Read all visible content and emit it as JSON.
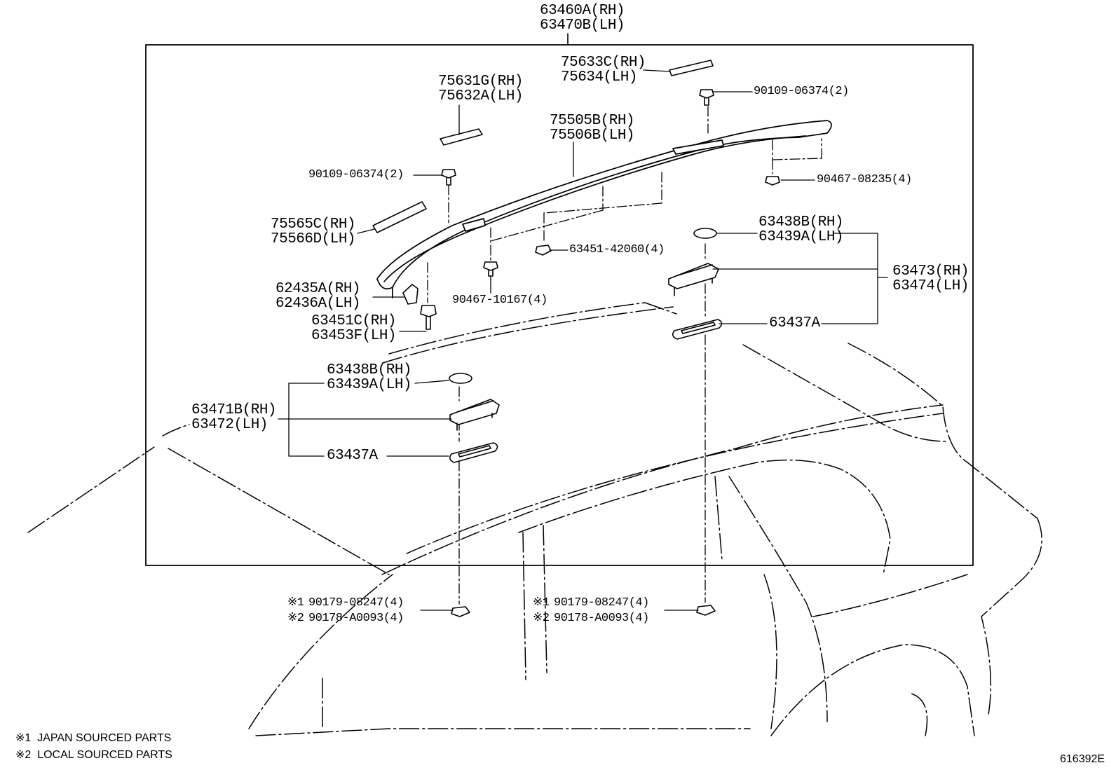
{
  "header": {
    "line1": "63460A(RH)",
    "line2": "63470B(LH)"
  },
  "labels": {
    "l75633": {
      "rh": "75633C(RH)",
      "lh": "75634(LH)"
    },
    "l90109_top": "90109-06374(2)",
    "l75631": {
      "rh": "75631G(RH)",
      "lh": "75632A(LH)"
    },
    "l75505": {
      "rh": "75505B(RH)",
      "lh": "75506B(LH)"
    },
    "l90109_left": "90109-06374(2)",
    "l90467_08235": "90467-08235(4)",
    "l75565": {
      "rh": "75565C(RH)",
      "lh": "75566D(LH)"
    },
    "l63438_top": {
      "rh": "63438B(RH)",
      "lh": "63439A(LH)"
    },
    "l63451_42060": "63451-42060(4)",
    "l63473": {
      "rh": "63473(RH)",
      "lh": "63474(LH)"
    },
    "l62435": {
      "rh": "62435A(RH)",
      "lh": "62436A(LH)"
    },
    "l90467_10167": "90467-10167(4)",
    "l63437_top": "63437A",
    "l63451C": {
      "rh": "63451C(RH)",
      "lh": "63453F(LH)"
    },
    "l63438_mid": {
      "rh": "63438B(RH)",
      "lh": "63439A(LH)"
    },
    "l63471": {
      "rh": "63471B(RH)",
      "lh": "63472(LH)"
    },
    "l63437_mid": "63437A",
    "nut_left": {
      "m1": "※1",
      "p1": "90179-08247(4)",
      "m2": "※2",
      "p2": "90178-A0093(4)"
    },
    "nut_right": {
      "m1": "※1",
      "p1": "90179-08247(4)",
      "m2": "※2",
      "p2": "90178-A0093(4)"
    }
  },
  "notes": {
    "n1": "※1  JAPAN SOURCED PARTS",
    "n2": "※2  LOCAL SOURCED PARTS"
  },
  "diagram_id": "616392E"
}
